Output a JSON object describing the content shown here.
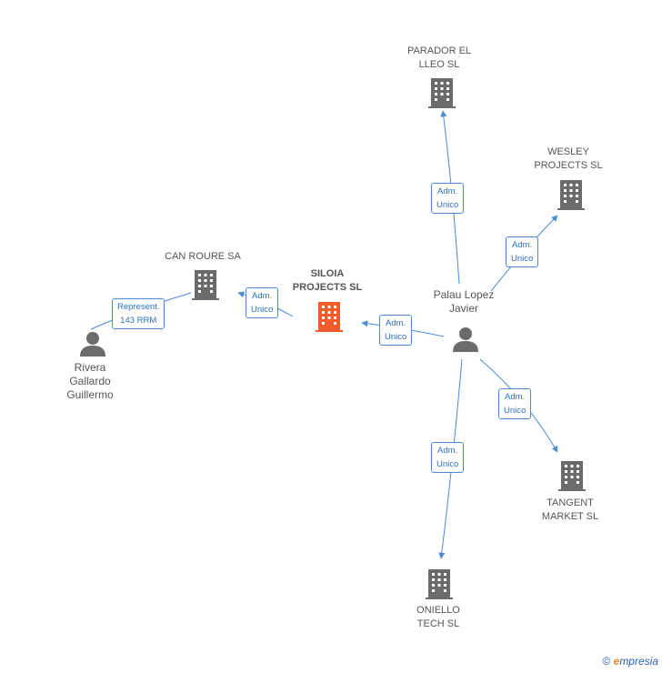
{
  "nodes": {
    "parador": {
      "line1": "PARADOR EL",
      "line2": "LLEO SL"
    },
    "wesley": {
      "line1": "WESLEY",
      "line2": "PROJECTS SL"
    },
    "can_roure": {
      "line1": "CAN ROURE SA",
      "line2": ""
    },
    "siloia": {
      "line1": "SILOIA",
      "line2": "PROJECTS SL"
    },
    "palau": {
      "line1": "Palau Lopez",
      "line2": "Javier"
    },
    "rivera": {
      "line1": "Rivera",
      "line2": "Gallardo",
      "line3": "Guillermo"
    },
    "tangent": {
      "line1": "TANGENT",
      "line2": "MARKET SL"
    },
    "oniello": {
      "line1": "ONIELLO",
      "line2": "TECH SL"
    }
  },
  "edges": {
    "palau_parador": {
      "line1": "Adm.",
      "line2": "Unico"
    },
    "palau_wesley": {
      "line1": "Adm.",
      "line2": "Unico"
    },
    "palau_siloia": {
      "line1": "Adm.",
      "line2": "Unico"
    },
    "siloia_canroure": {
      "line1": "Adm.",
      "line2": "Unico"
    },
    "rivera_canroure": {
      "line1": "Represent.",
      "line2": "143 RRM"
    },
    "palau_tangent": {
      "line1": "Adm.",
      "line2": "Unico"
    },
    "palau_oniello": {
      "line1": "Adm.",
      "line2": "Unico"
    }
  },
  "footer": {
    "copyright": "©",
    "brand_initial": "e",
    "brand_rest": "mpresia"
  },
  "colors": {
    "company_icon": "#6b6b6b",
    "main_company_icon": "#f15a29",
    "person_icon": "#6b6b6b",
    "edge": "#4a8ad6"
  },
  "icons": {
    "company": "building-icon",
    "person": "person-icon"
  }
}
